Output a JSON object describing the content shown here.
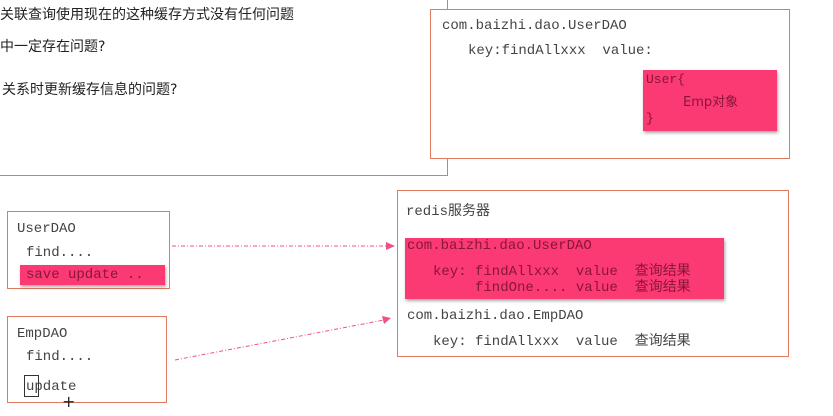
{
  "notes": [
    "关联查询使用现在的这种缓存方式没有任何问题",
    "中一定存在问题?",
    "关系时更新缓存信息的问题?"
  ],
  "top_box": {
    "namespace": "com.baizhi.dao.UserDAO",
    "key_line": "key:findAllxxx  value:",
    "value_box": {
      "open": "User{",
      "body": "Emp对象",
      "close": "}"
    }
  },
  "user_dao": {
    "title": "UserDAO",
    "find": "find....",
    "highlight": "save update .."
  },
  "emp_dao": {
    "title": "EmpDAO",
    "find": "find....",
    "update": "update"
  },
  "redis": {
    "title": "redis服务器",
    "user_ns": "com.baizhi.dao.UserDAO",
    "user_rows": [
      "key: findAllxxx  value  查询结果",
      "     findOne.... value  查询结果"
    ],
    "emp_ns": "com.baizhi.dao.EmpDAO",
    "emp_rows": [
      "key: findAllxxx  value  查询结果"
    ]
  },
  "colors": {
    "border": "#e07a5f",
    "highlight": "#fb3a74",
    "arrow": "#f0508a"
  }
}
